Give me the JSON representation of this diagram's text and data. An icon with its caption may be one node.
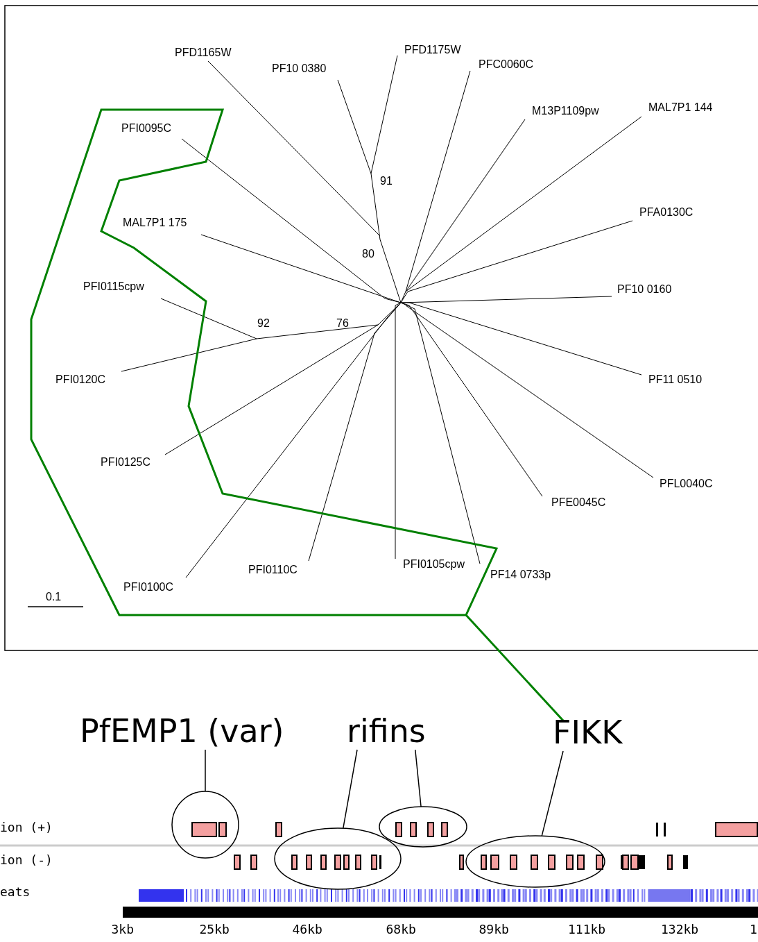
{
  "diagram": {
    "nodes": [
      {
        "text": [],
        "shape": "polygon"
      },
      {
        "text": [
          "PfEMP1 (var)"
        ]
      },
      {
        "text": [
          "rifins"
        ]
      },
      {
        "text": [
          "FIKK"
        ]
      },
      {
        "text": [],
        "shape": "circle"
      },
      {
        "text": [],
        "shape": "ellipse"
      },
      {
        "text": [],
        "shape": "ellipse"
      },
      {
        "text": [],
        "shape": "ellipse"
      }
    ],
    "edges": [
      {
        "from": 0,
        "to": 3,
        "arrow": "none",
        "color": "#008000"
      },
      {
        "from": 1,
        "to": 4,
        "arrow": "none"
      },
      {
        "from": 2,
        "to": 5,
        "arrow": "none"
      },
      {
        "from": 2,
        "to": 6,
        "arrow": "none"
      },
      {
        "from": 3,
        "to": 7,
        "arrow": "none"
      }
    ],
    "labels": [
      "PFD1165W",
      "PFD1175W",
      "PF10 0380",
      "PFC0060C",
      "M13P1109pw",
      "MAL7P1 144",
      "PFI0095C",
      "91",
      "MAL7P1 175",
      "PFA0130C",
      "80",
      "PFI0115cpw",
      "PF10 0160",
      "92",
      "76",
      "PFI0120C",
      "PF11 0510",
      "PFI0125C",
      "PFL0040C",
      "PFE0045C",
      "PFI0110C",
      "PFI0105cpw",
      "PF14 0733p",
      "0.1",
      "PFI0100C",
      "ion (+)",
      "ion (-)",
      "eats",
      "3kb",
      "25kb",
      "46kb",
      "68kb",
      "89kb",
      "111kb",
      "132kb",
      "1"
    ]
  }
}
